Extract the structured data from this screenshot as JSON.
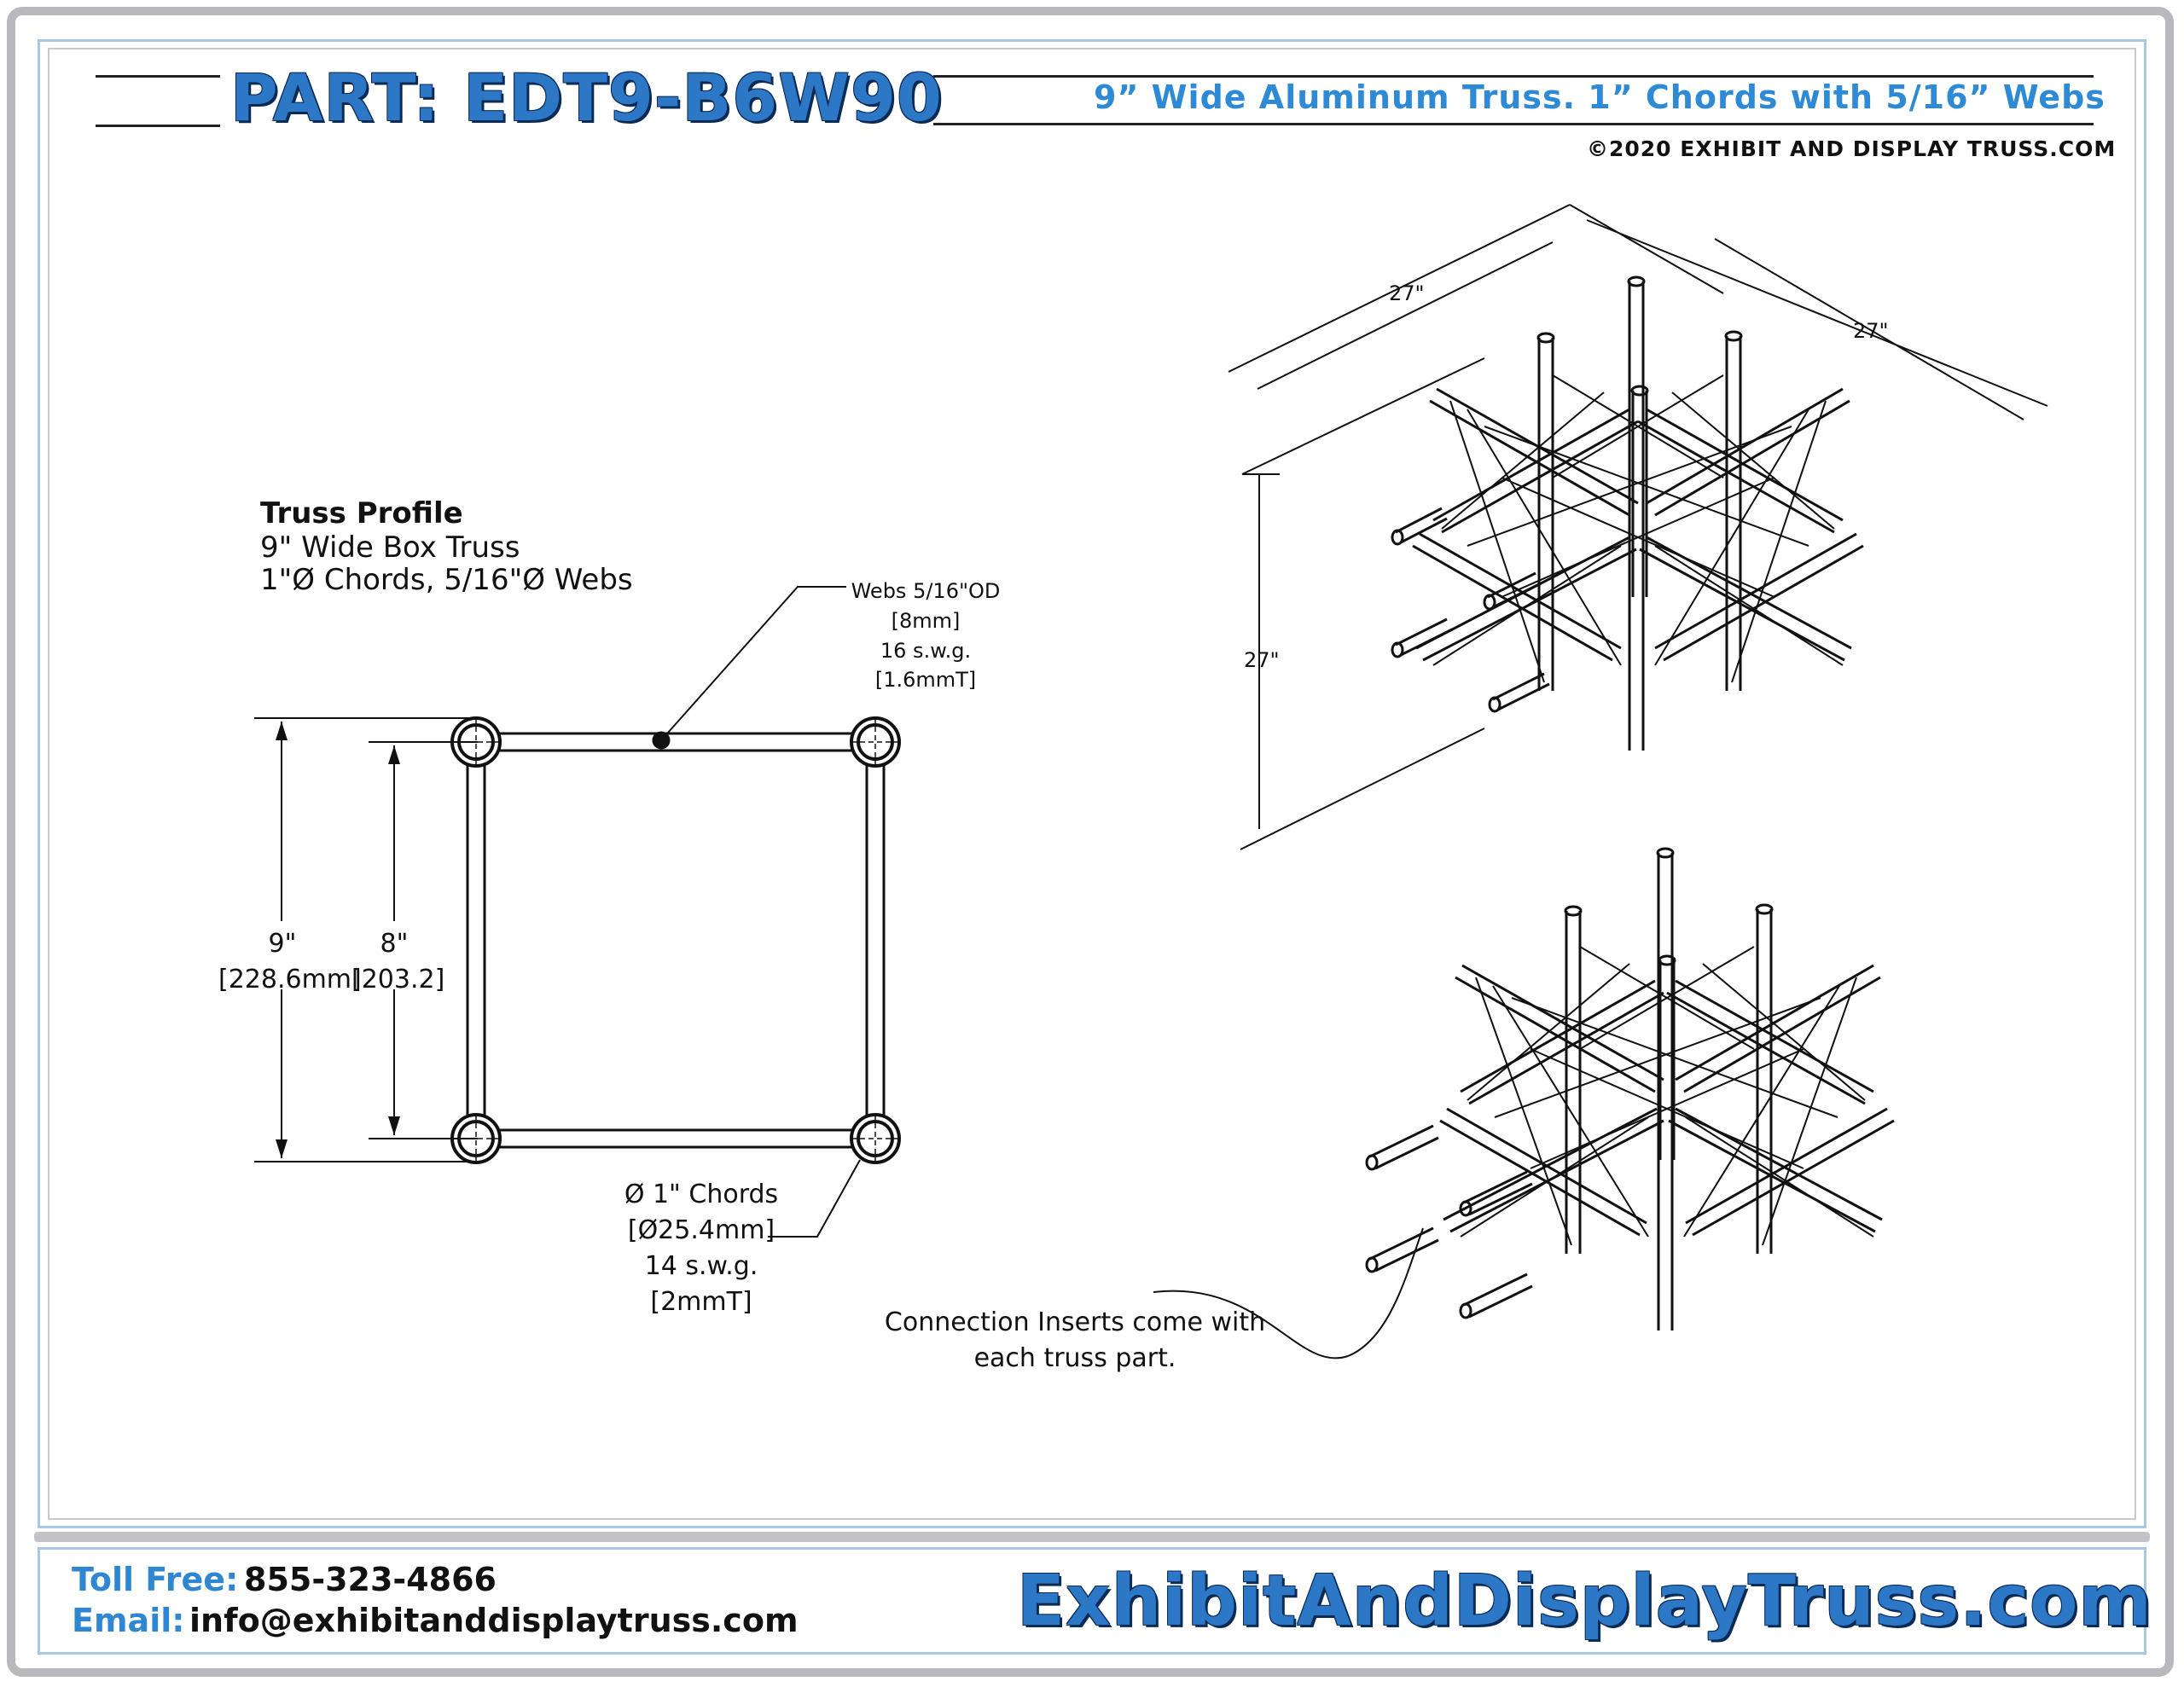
{
  "header": {
    "part_title": "PART: EDT9-B6W90",
    "subtitle": "9” Wide Aluminum Truss. 1” Chords with 5/16” Webs",
    "copyright": "©2020 EXHIBIT AND DISPLAY TRUSS.COM"
  },
  "profile": {
    "title": "Truss Profile",
    "line1": "9\" Wide Box Truss",
    "line2": "1\"Ø Chords, 5/16\"Ø Webs",
    "webs_note": [
      "Webs 5/16\"OD",
      "[8mm]",
      "16 s.w.g.",
      "[1.6mmT]"
    ],
    "chords_note": [
      "Ø  1\" Chords",
      "[Ø25.4mm]",
      "14 s.w.g.",
      "[2mmT]"
    ],
    "outer_dim": [
      "9\"",
      "[228.6mm]"
    ],
    "inner_dim": [
      "8\"",
      "[203.2]"
    ]
  },
  "iso": {
    "dim_a": "27\"",
    "dim_b": "27\"",
    "dim_c": "27\""
  },
  "inserts_note": [
    "Connection Inserts come with",
    "each truss part."
  ],
  "footer": {
    "toll_label": "Toll Free:",
    "toll_value": "855-323-4866",
    "email_label": "Email:",
    "email_value": "info@exhibitanddisplaytruss.com",
    "website": "ExhibitAndDisplayTruss.com"
  },
  "colors": {
    "brand_blue": "#2c78c6",
    "subtitle_blue": "#2f8ad6",
    "frame_blue": "#a9c8e8"
  }
}
